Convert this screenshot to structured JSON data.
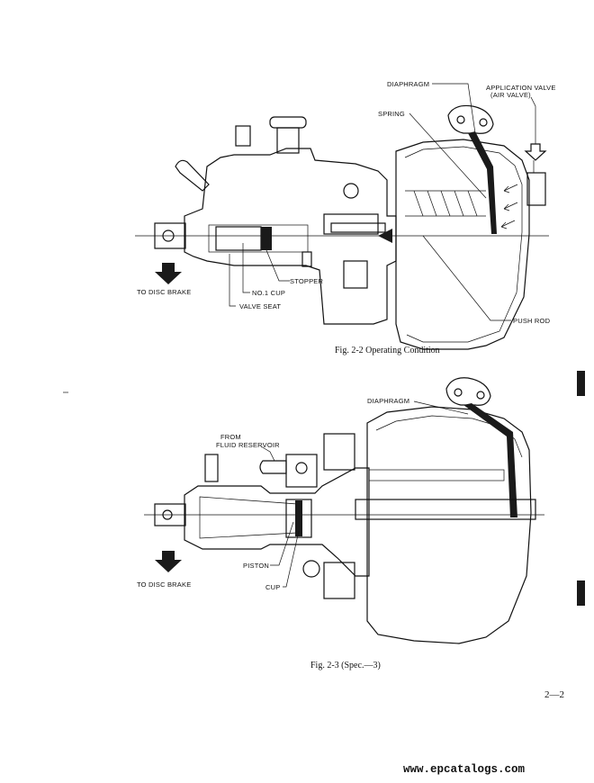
{
  "figures": [
    {
      "caption": "Fig. 2-2   Operating Condition",
      "labels": {
        "diaphragm": "DIAPHRAGM",
        "application_valve": "APPLICATION VALVE",
        "air_valve": "(AIR VALVE)",
        "spring": "SPRING",
        "stopper": "STOPPER",
        "no1_cup": "NO.1 CUP",
        "valve_seat": "VALVE SEAT",
        "push_rod": "PUSH ROD",
        "to_disc_brake": "TO DISC BRAKE"
      }
    },
    {
      "caption": "Fig. 2-3   (Spec.—3)",
      "labels": {
        "diaphragm": "DIAPHRAGM",
        "from": "FROM",
        "fluid_reservoir": "FLUID RESERVOIR",
        "piston": "PISTON",
        "cup": "CUP",
        "to_disc_brake": "TO DISC BRAKE"
      }
    }
  ],
  "page_number": "2—2",
  "footer_url": "www.epcatalogs.com"
}
